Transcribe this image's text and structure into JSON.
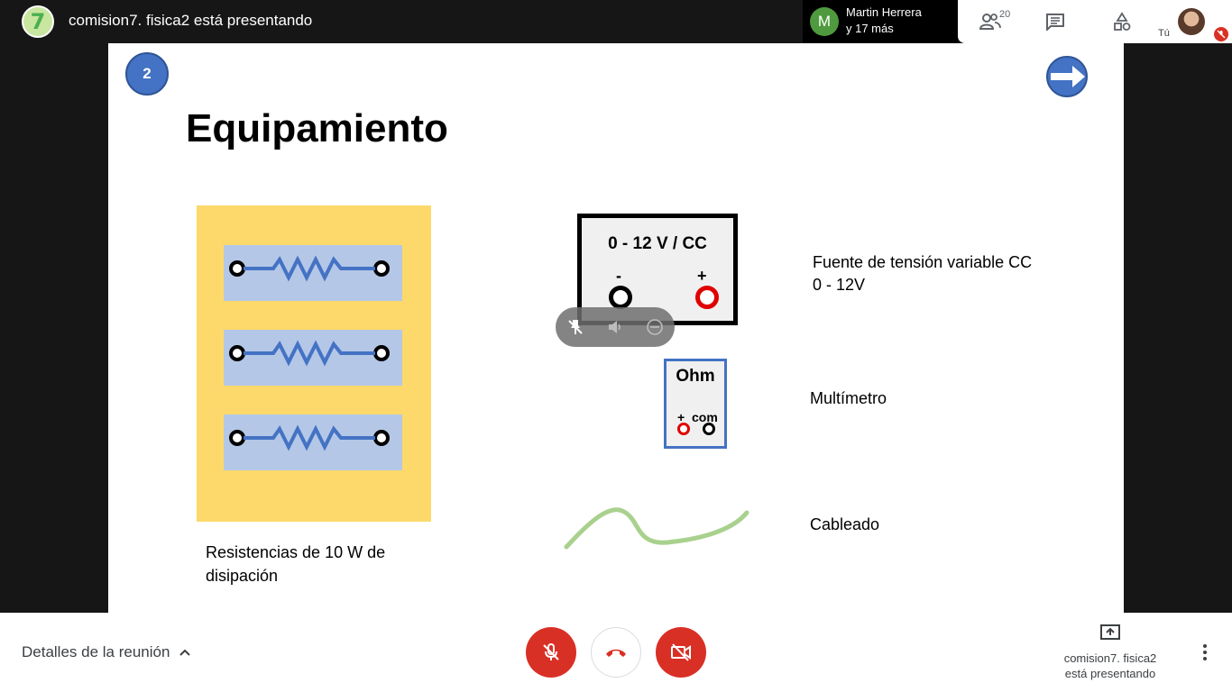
{
  "topbar": {
    "presenter_initial": "7",
    "title": "comision7. fisica2 está presentando",
    "participant": {
      "initial": "M",
      "name": "Martin Herrera",
      "more": "y 17 más"
    },
    "people_count": "20",
    "self_label": "Tú",
    "icons": [
      "people-icon",
      "chat-icon",
      "activities-icon",
      "mic-off-icon"
    ]
  },
  "slide": {
    "number": "2",
    "title": "Equipamiento",
    "resistor_caption": "Resistencias de  10 W de disipación",
    "psu": {
      "label": "0 - 12 V /  CC",
      "minus": "-",
      "plus": "+"
    },
    "psu_caption_line1": "Fuente de tensión variable CC",
    "psu_caption_line2": "0 - 12V",
    "multimeter": {
      "label": "Ohm",
      "plus": "+",
      "com": "com"
    },
    "multimeter_caption": "Multímetro",
    "cable_caption": "Cableado",
    "colors": {
      "board": "#fcd96a",
      "resistor_card": "#b4c7e7",
      "resistor_line": "#4472c4",
      "cable": "#a9d18e",
      "terminal_red": "#e00000"
    }
  },
  "media_pill": {
    "icons": [
      "pin-off-icon",
      "volume-icon",
      "remove-icon"
    ]
  },
  "bottombar": {
    "details_label": "Detalles de la reunión",
    "share_line1": "comision7. fisica2",
    "share_line2": "está presentando",
    "icons": [
      "mic-off-icon",
      "hangup-icon",
      "camera-off-icon",
      "present-icon",
      "more-vert-icon"
    ]
  }
}
